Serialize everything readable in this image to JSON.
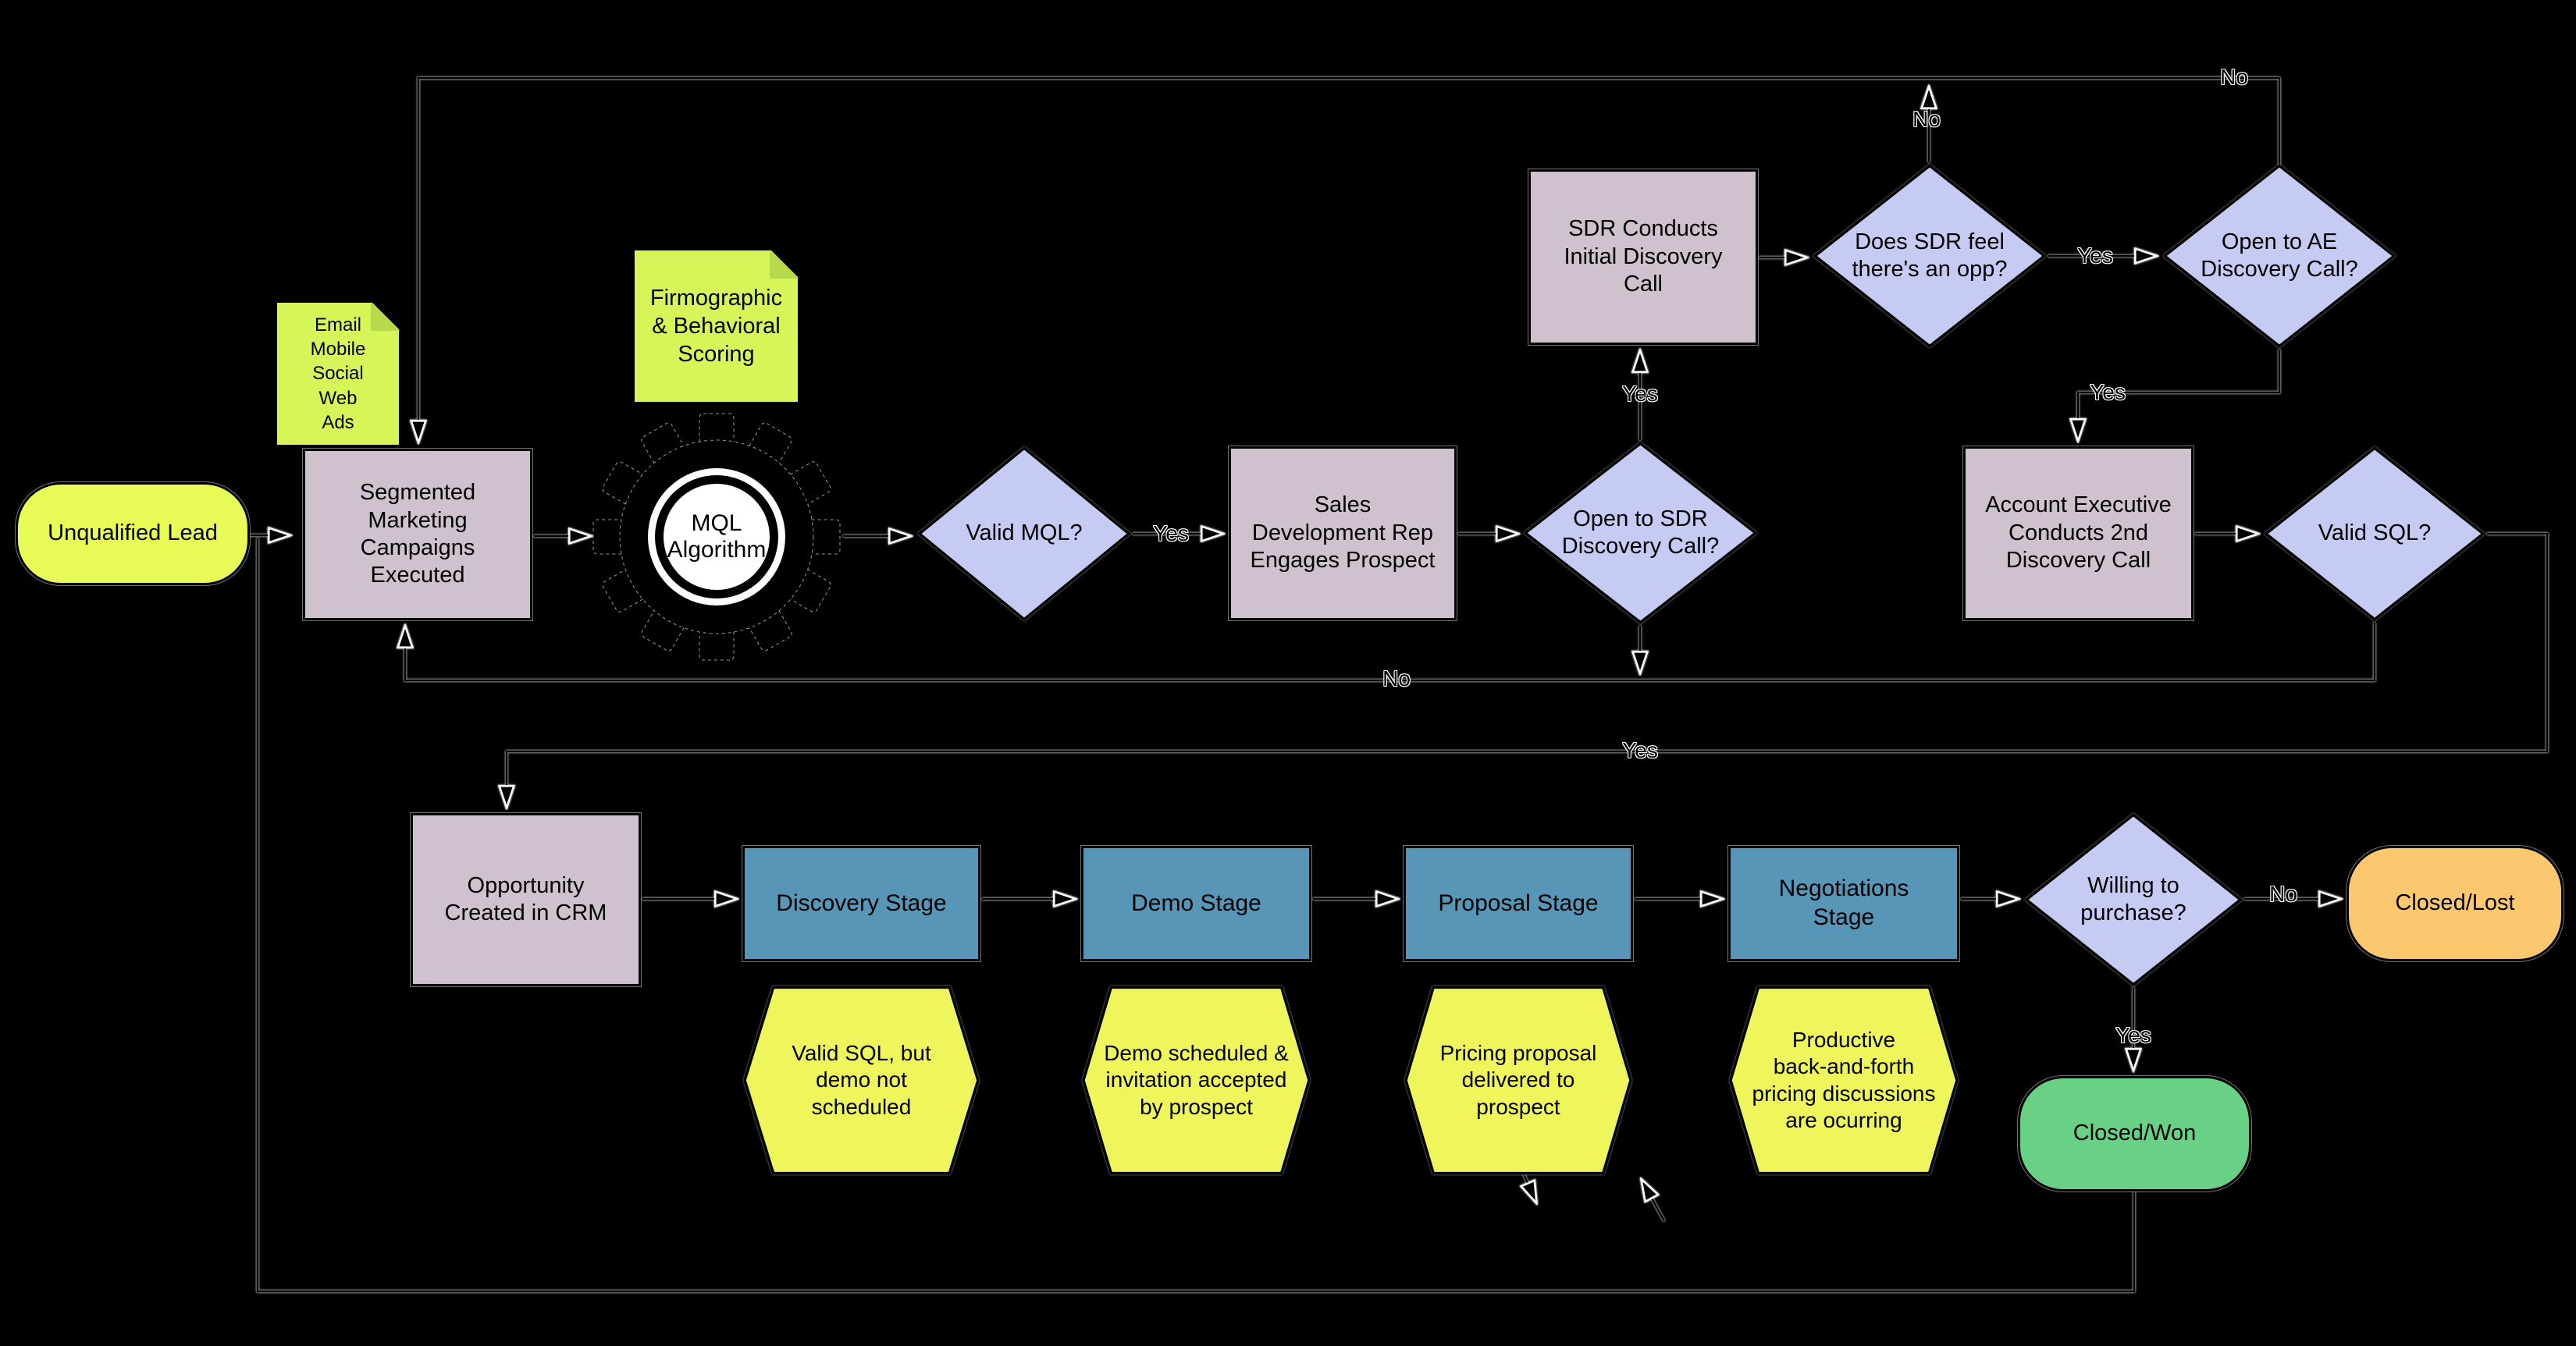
{
  "palette": {
    "background": "#000000",
    "process_box": "#cfc1cd",
    "decision_diamond": "#c5cbf3",
    "stage_box": "#5796b6",
    "hexagon": "#eff65b",
    "note": "#d6f559",
    "note_fold": "#b7d94c",
    "start_terminator": "#e8fb57",
    "closed_lost": "#fbc86f",
    "closed_won": "#69d185",
    "line": "#000000"
  },
  "nodes": {
    "unqualified_lead": {
      "label": "Unqualified Lead"
    },
    "channels_note": {
      "label": "Email\nMobile\nSocial\nWeb\nAds"
    },
    "segmented_marketing": {
      "label": "Segmented\nMarketing\nCampaigns\nExecuted"
    },
    "scoring_note": {
      "label": "Firmographic\n& Behavioral\nScoring"
    },
    "mql_algorithm": {
      "label": "MQL\nAlgorithm"
    },
    "valid_mql": {
      "label": "Valid MQL?"
    },
    "sales_dev": {
      "label": "Sales\nDevelopment Rep\nEngages Prospect"
    },
    "open_sdr": {
      "label": "Open to SDR\nDiscovery Call?"
    },
    "sdr_conducts": {
      "label": "SDR Conducts\nInitial Discovery\nCall"
    },
    "does_sdr_feel": {
      "label": "Does SDR feel\nthere's an opp?"
    },
    "open_ae": {
      "label": "Open to AE\nDiscovery Call?"
    },
    "ae_conducts": {
      "label": "Account Executive\nConducts 2nd\nDiscovery Call"
    },
    "valid_sql": {
      "label": "Valid SQL?"
    },
    "opportunity": {
      "label": "Opportunity\nCreated in CRM"
    },
    "discovery_stage": {
      "label": "Discovery Stage"
    },
    "demo_stage": {
      "label": "Demo Stage"
    },
    "proposal_stage": {
      "label": "Proposal Stage"
    },
    "negotiations_stage": {
      "label": "Negotiations\nStage"
    },
    "willing_to_purchase": {
      "label": "Willing to\npurchase?"
    },
    "closed_lost": {
      "label": "Closed/Lost"
    },
    "closed_won": {
      "label": "Closed/Won"
    },
    "hex_discovery": {
      "label": "Valid SQL, but\ndemo not\nscheduled"
    },
    "hex_demo": {
      "label": "Demo scheduled &\ninvitation accepted\nby prospect"
    },
    "hex_proposal": {
      "label": "Pricing proposal\ndelivered to\nprospect"
    },
    "hex_negotiations": {
      "label": "Productive\nback-and-forth\npricing discussions\nare ocurring"
    }
  },
  "edge_labels": {
    "open_ae_no": {
      "text": "No"
    },
    "does_sdr_no": {
      "text": "No"
    },
    "valid_mql_yes": {
      "text": "Yes"
    },
    "open_sdr_yes": {
      "text": "Yes"
    },
    "does_sdr_yes": {
      "text": "Yes"
    },
    "open_ae_yes": {
      "text": "Yes"
    },
    "loop_no": {
      "text": "No"
    },
    "valid_sql_yes": {
      "text": "Yes"
    },
    "willing_no": {
      "text": "No"
    },
    "willing_yes": {
      "text": "Yes"
    }
  }
}
